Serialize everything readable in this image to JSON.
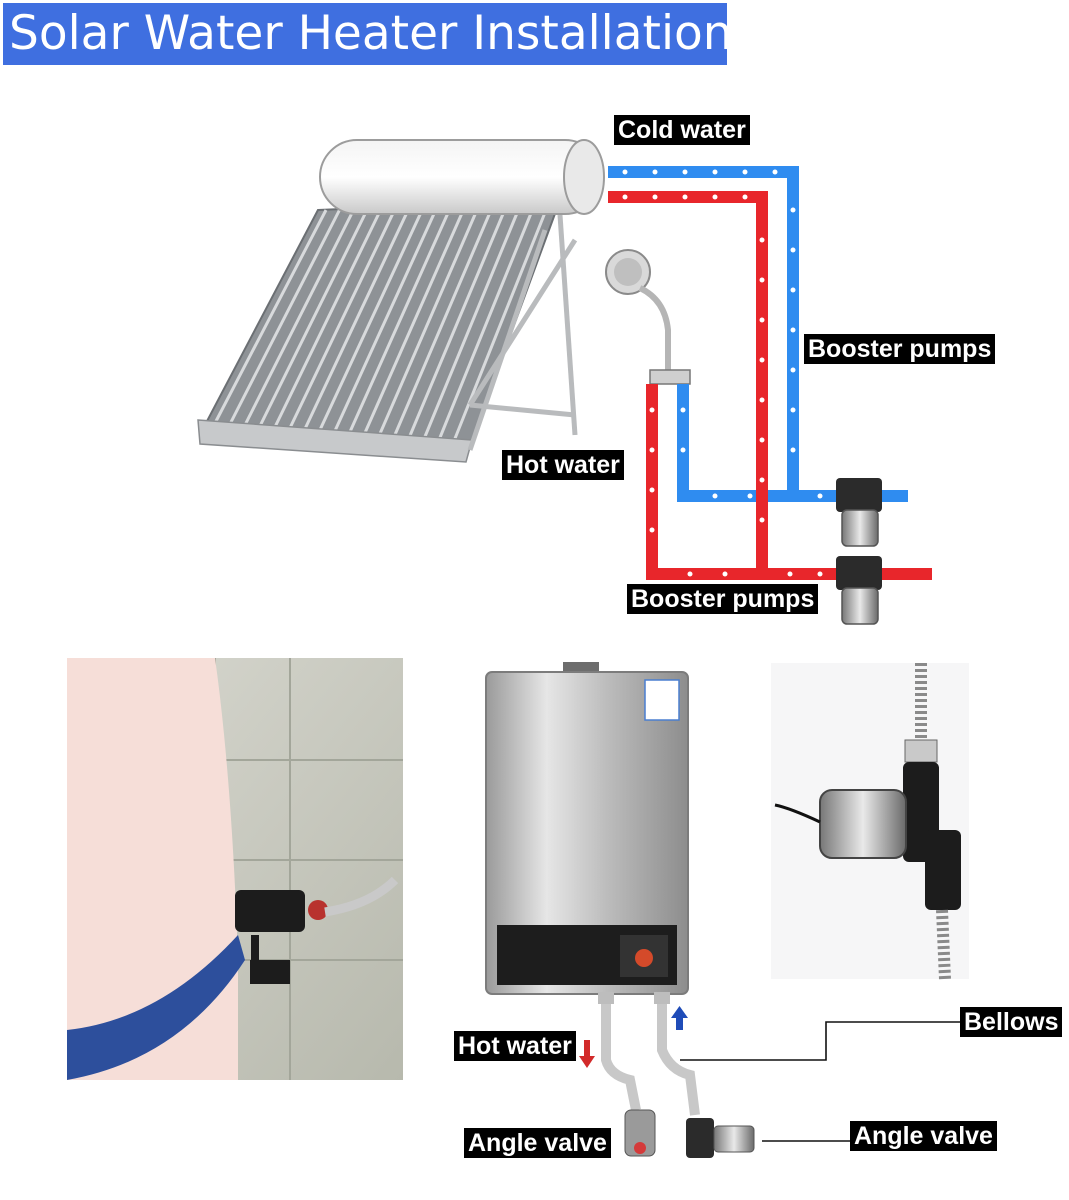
{
  "title": "Solar Water Heater Installation",
  "labels": {
    "cold_water": "Cold water",
    "booster_pumps_top": "Booster pumps",
    "hot_water_top": "Hot water",
    "booster_pumps_bottom": "Booster pumps",
    "hot_water_bottom": "Hot water",
    "bellows": "Bellows",
    "angle_valve_left": "Angle valve",
    "angle_valve_right": "Angle valve"
  },
  "colors": {
    "title_bg": "#3f6fe0",
    "hot_pipe": "#e8262b",
    "cold_pipe": "#2f8cf0",
    "label_bg": "#000000"
  }
}
